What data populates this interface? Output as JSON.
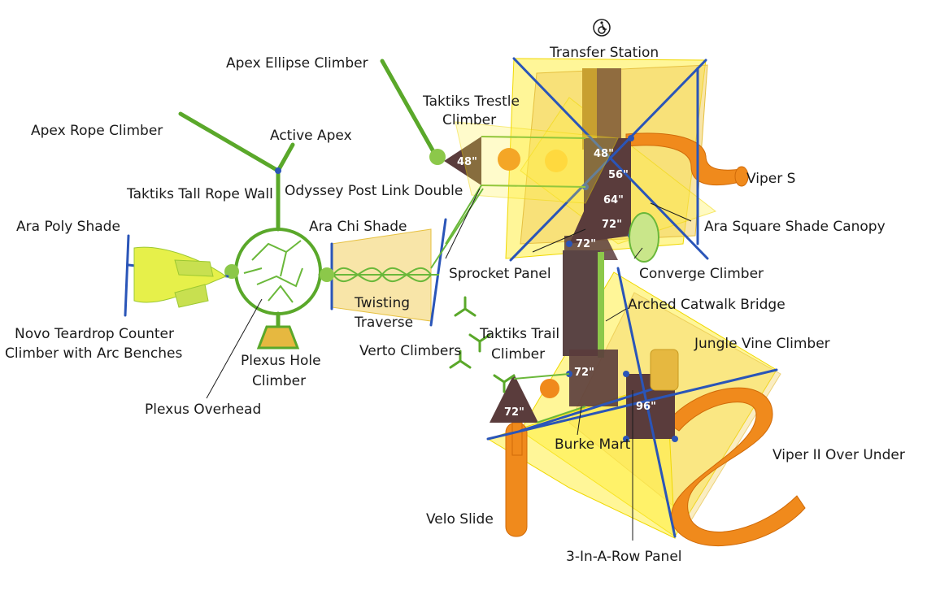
{
  "labels": {
    "transfer_station": "Transfer Station",
    "apex_ellipse_climber": "Apex Ellipse Climber",
    "taktiks_trestle_climber_1": "Taktiks Trestle",
    "taktiks_trestle_climber_2": "Climber",
    "apex_rope_climber": "Apex Rope Climber",
    "active_apex": "Active Apex",
    "viper_s": "Viper S",
    "taktiks_tall_rope_wall": "Taktiks Tall Rope Wall",
    "odyssey_post_link_double": "Odyssey Post Link Double",
    "ara_poly_shade": "Ara Poly Shade",
    "ara_chi_shade": "Ara Chi Shade",
    "ara_square_shade_canopy": "Ara Square Shade Canopy",
    "sprocket_panel": "Sprocket Panel",
    "converge_climber": "Converge Climber",
    "twisting_traverse_1": "Twisting",
    "twisting_traverse_2": "Traverse",
    "arched_catwalk_bridge": "Arched Catwalk Bridge",
    "novo_teardrop_1": "Novo Teardrop Counter",
    "novo_teardrop_2": "Climber with Arc Benches",
    "taktiks_trail_climber_1": "Taktiks Trail",
    "taktiks_trail_climber_2": "Climber",
    "jungle_vine_climber": "Jungle Vine Climber",
    "verto_climbers": "Verto Climbers",
    "plexus_hole_climber_1": "Plexus Hole",
    "plexus_hole_climber_2": "Climber",
    "plexus_overhead": "Plexus Overhead",
    "burke_mart": "Burke Mart",
    "viper_ii_over_under": "Viper II Over Under",
    "velo_slide": "Velo Slide",
    "three_in_a_row_panel": "3-In-A-Row Panel"
  },
  "deck_heights": {
    "d48_left": "48\"",
    "d48_top": "48\"",
    "d56": "56\"",
    "d64": "64\"",
    "d72_upper": "72\"",
    "d72_mid": "72\"",
    "d72_lower": "72\"",
    "d72_left": "72\"",
    "d96": "96\""
  },
  "icons": {
    "accessibility": "wheelchair-icon"
  },
  "colors": {
    "shade_yellow": "#ffee44",
    "slide_orange": "#f08a1c",
    "climber_green": "#5aa82a",
    "post_blue": "#2a55b8",
    "deck_brown": "#5a3c3c"
  }
}
